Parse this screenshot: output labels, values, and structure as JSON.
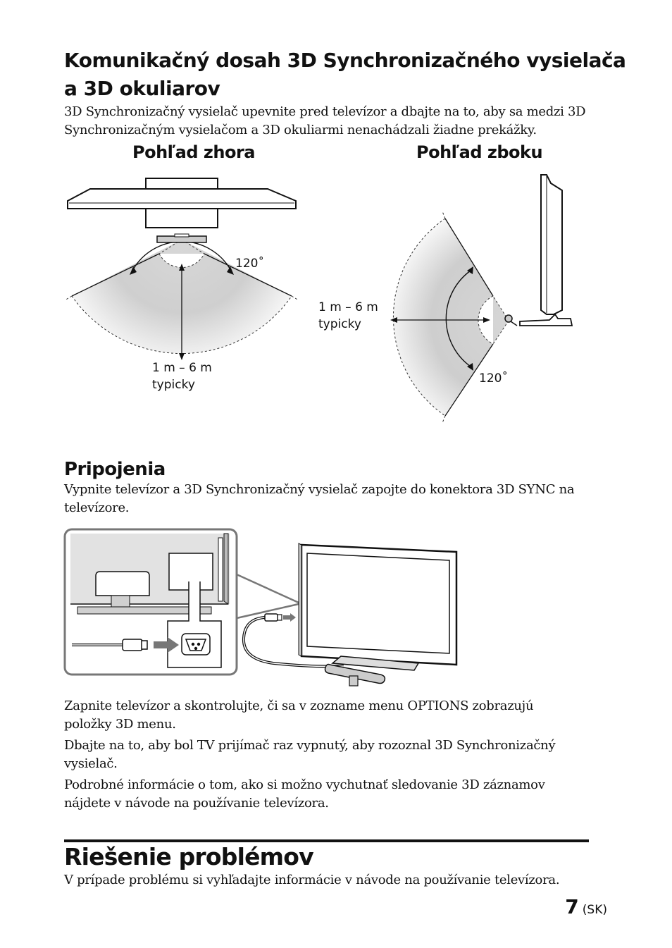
{
  "section1": {
    "title_line1": "Komunikačný dosah 3D Synchronizačného vysielača",
    "title_line2": "a 3D okuliarov",
    "para_line1": "3D Synchronizačný vysielač upevnite pred televízor a dbajte na to, aby sa medzi 3D",
    "para_line2": "Synchronizačným vysielačom a 3D okuliarmi nenachádzali žiadne prekážky."
  },
  "diagram_top": {
    "title": "Pohľad zhora",
    "angle": "120˚",
    "range_line1": "1 m – 6 m",
    "range_line2": "typicky"
  },
  "diagram_side": {
    "title": "Pohľad zboku",
    "angle": "120˚",
    "range_line1": "1 m – 6 m",
    "range_line2": "typicky"
  },
  "section2": {
    "title": "Pripojenia",
    "para_line1": "Vypnite televízor a 3D Synchronizačný vysielač zapojte do konektora 3D SYNC na",
    "para_line2": "televízore."
  },
  "notes": [
    {
      "line1": "Zapnite televízor a skontrolujte, či sa v zozname menu OPTIONS zobrazujú",
      "line2": "položky 3D menu."
    },
    {
      "line1": "Dbajte na to, aby bol TV prijímač raz vypnutý, aby rozoznal 3D Synchronizačný",
      "line2": "vysielač."
    },
    {
      "line1": "Podrobné informácie o tom, ako si možno vychutnať sledovanie 3D záznamov",
      "line2": "nájdete v návode na používanie televízora."
    }
  ],
  "section3": {
    "title": "Riešenie problémov",
    "para": "V prípade problému si vyhľadajte informácie v návode na používanie televízora."
  },
  "footer": {
    "page_number": "7",
    "lang": "(SK)"
  },
  "icons": {
    "tv_top": "tv-top-view-icon",
    "tv_side": "tv-side-view-icon",
    "transmitter": "sync-transmitter-icon",
    "glasses": "3d-glasses-icon",
    "connector": "3d-sync-connector-icon"
  }
}
